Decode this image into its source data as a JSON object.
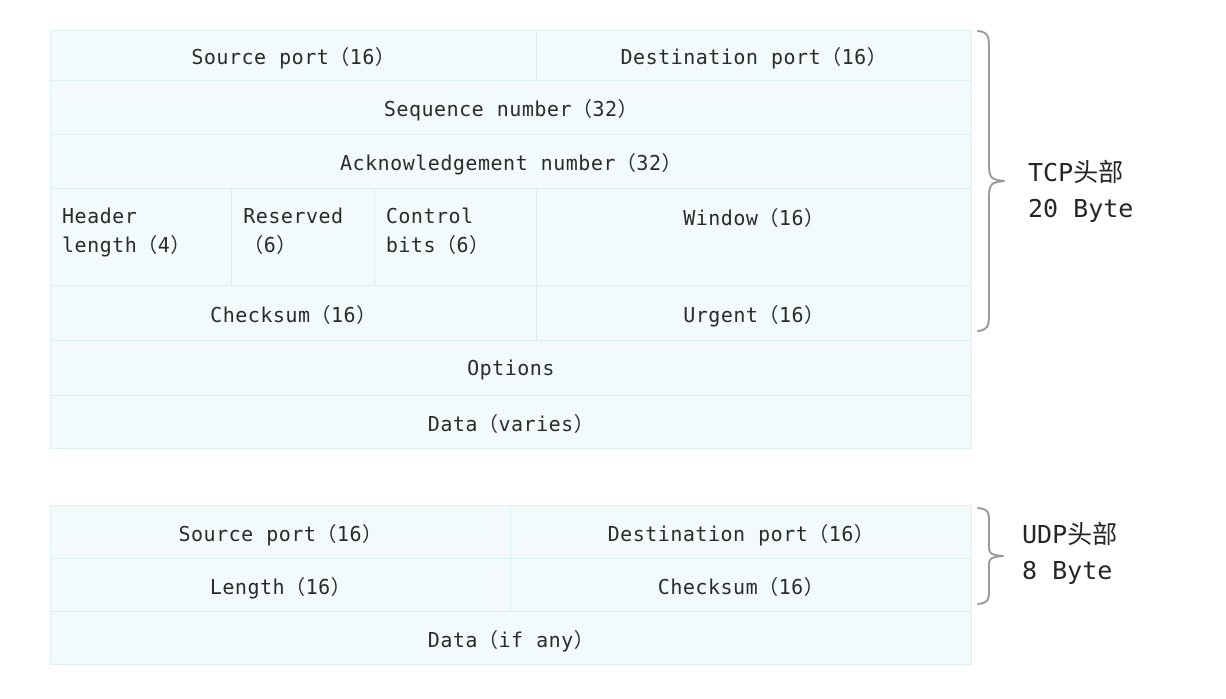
{
  "diagram": {
    "title_tcp": "TCP头部\n20 Byte",
    "title_udp": "UDP头部\n8 Byte",
    "colors": {
      "cell_background": "#f2fafb",
      "cell_border": "#d9efef",
      "text": "#2b2b2b",
      "brace": "#9a9a9a"
    }
  },
  "tcp_header": {
    "name": "TCP header",
    "rows": [
      {
        "cells": [
          {
            "label": "Source port（16）",
            "width_pct": 52.8,
            "align": "center"
          },
          {
            "label": "Destination port（16）",
            "width_pct": 47.2,
            "align": "center"
          }
        ]
      },
      {
        "cells": [
          {
            "label": "Sequence number（32）",
            "width_pct": 100,
            "align": "center"
          }
        ]
      },
      {
        "cells": [
          {
            "label": "Acknowledgement number（32）",
            "width_pct": 100,
            "align": "center"
          }
        ]
      },
      {
        "cells": [
          {
            "label": "Header\nlength（4）",
            "width_pct": 19.7,
            "align": "left"
          },
          {
            "label": "Reserved\n（6）",
            "width_pct": 15.5,
            "align": "left"
          },
          {
            "label": "Control\nbits（6）",
            "width_pct": 17.6,
            "align": "left"
          },
          {
            "label": "Window（16）",
            "width_pct": 47.2,
            "align": "top-center"
          }
        ]
      },
      {
        "cells": [
          {
            "label": "Checksum（16）",
            "width_pct": 52.8,
            "align": "center"
          },
          {
            "label": "Urgent（16）",
            "width_pct": 47.2,
            "align": "center"
          }
        ]
      },
      {
        "cells": [
          {
            "label": "Options",
            "width_pct": 100,
            "align": "center"
          }
        ]
      },
      {
        "cells": [
          {
            "label": "Data（varies）",
            "width_pct": 100,
            "align": "center"
          }
        ]
      }
    ]
  },
  "udp_header": {
    "name": "UDP header",
    "rows": [
      {
        "cells": [
          {
            "label": "Source port（16）",
            "width_pct": 50,
            "align": "center"
          },
          {
            "label": "Destination port（16）",
            "width_pct": 50,
            "align": "center"
          }
        ]
      },
      {
        "cells": [
          {
            "label": "Length（16）",
            "width_pct": 50,
            "align": "center"
          },
          {
            "label": "Checksum（16）",
            "width_pct": 50,
            "align": "center"
          }
        ]
      },
      {
        "cells": [
          {
            "label": "Data（if any）",
            "width_pct": 100,
            "align": "center"
          }
        ]
      }
    ]
  }
}
